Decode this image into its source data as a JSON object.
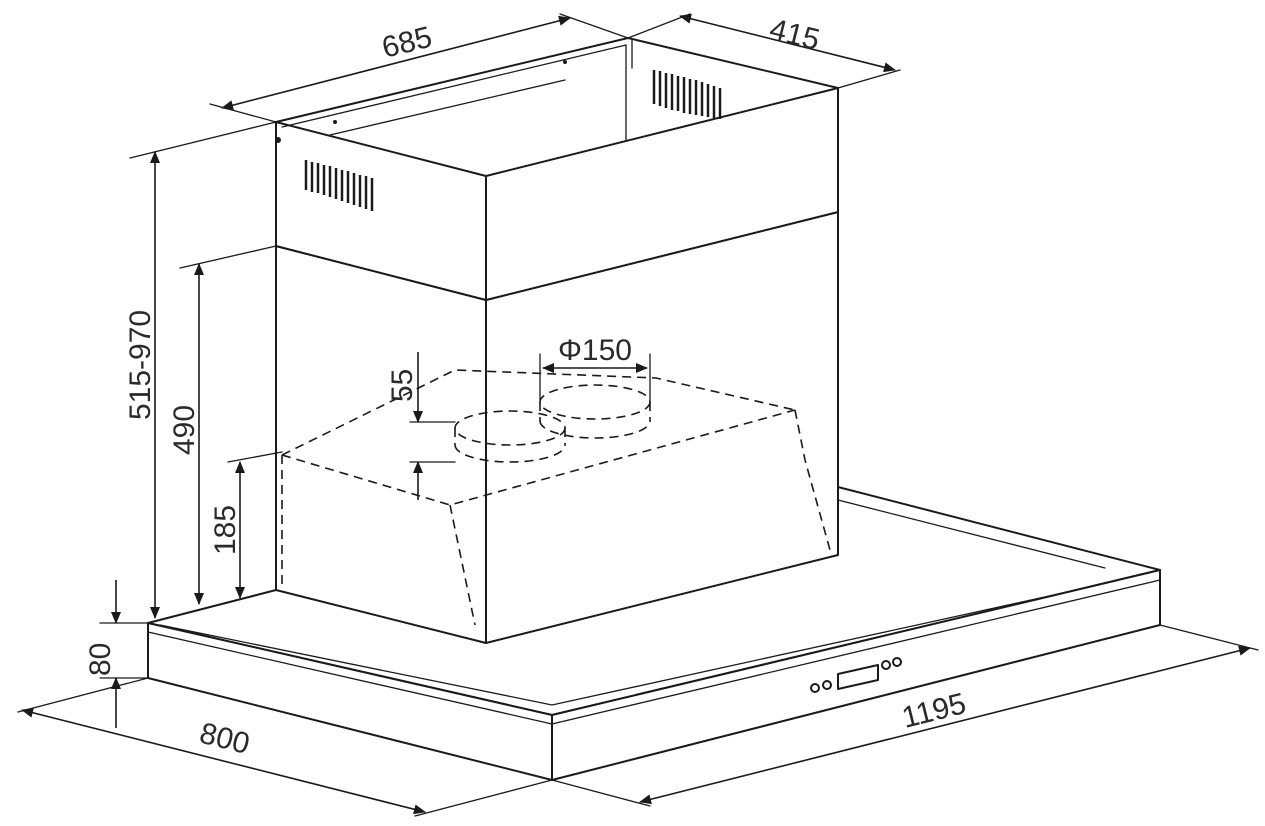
{
  "dimensions": {
    "chimney_width": "685",
    "chimney_depth": "415",
    "total_height_range": "515-970",
    "chimney_lower_height": "490",
    "hood_body_height": "185",
    "outlet_offset": "55",
    "outlet_diameter": "Φ150",
    "canopy_thickness": "80",
    "canopy_depth": "800",
    "canopy_width": "1195"
  }
}
